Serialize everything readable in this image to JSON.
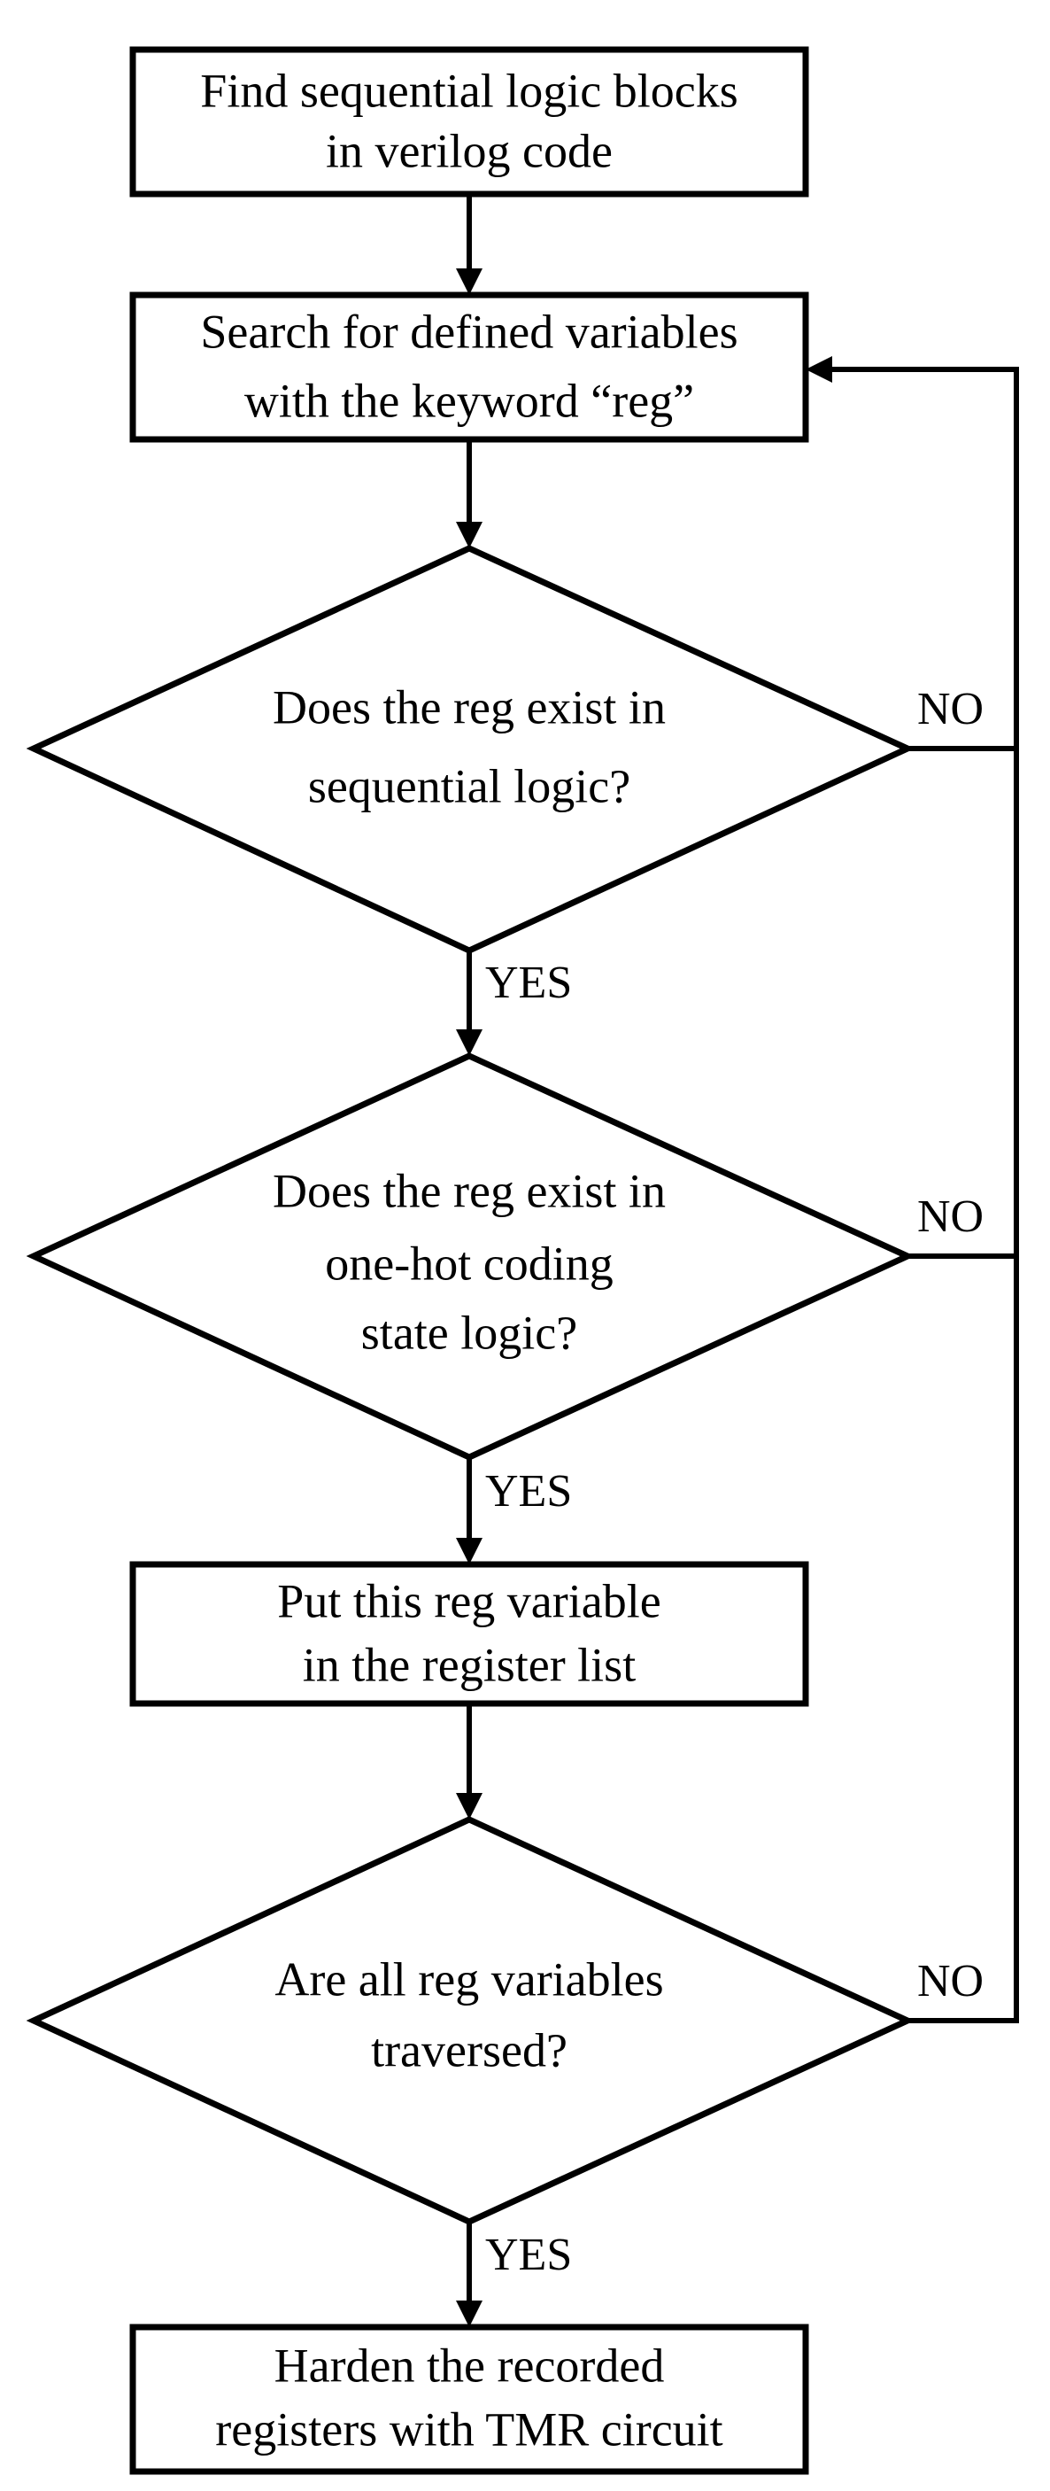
{
  "flowchart": {
    "steps": {
      "find_blocks": {
        "line1": "Find sequential logic blocks",
        "line2": "in verilog code"
      },
      "search_vars": {
        "line1": "Search for defined variables",
        "line2": "with the keyword  “reg”"
      },
      "decision_sequential": {
        "line1": "Does the reg exist in",
        "line2": "sequential logic?"
      },
      "decision_onehot": {
        "line1": "Does the reg exist in",
        "line2": "one-hot coding",
        "line3": "state logic?"
      },
      "put_reg": {
        "line1": "Put this reg variable",
        "line2": "in the register list"
      },
      "decision_traversed": {
        "line1": "Are all reg variables",
        "line2": "traversed?"
      },
      "harden": {
        "line1": "Harden the recorded",
        "line2": "registers with TMR circuit"
      }
    },
    "labels": {
      "yes_1": "YES",
      "yes_2": "YES",
      "yes_3": "YES",
      "no_1": "NO",
      "no_2": "NO",
      "no_3": "NO"
    }
  }
}
